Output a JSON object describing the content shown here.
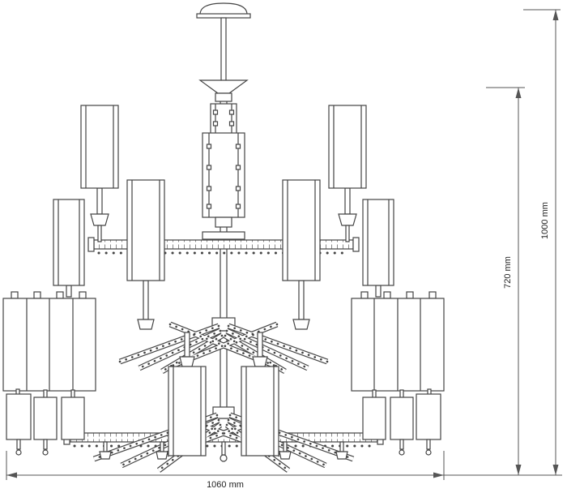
{
  "page": {
    "background": "#ffffff"
  },
  "drawing": {
    "kind": "chandelier-technical-elevation",
    "line_color": "#444444",
    "dim_color": "#555555",
    "dimensions": {
      "width_label": "1060 mm",
      "height_body_label": "720 mm",
      "height_total_label": "1000 mm"
    }
  }
}
